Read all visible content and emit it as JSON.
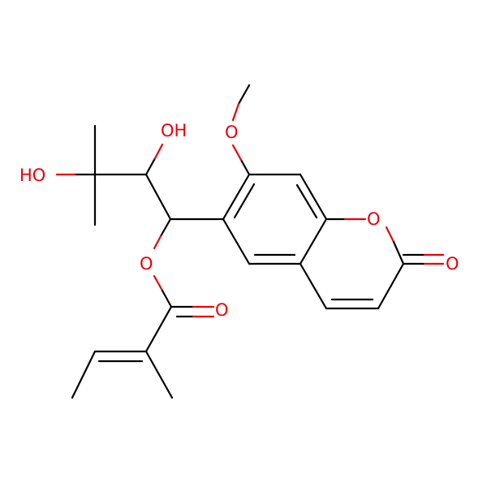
{
  "molecule": {
    "colors": {
      "carbon_bond": "#000000",
      "oxygen": "#e8000b",
      "background": "#ffffff"
    },
    "labels": {
      "oh_top": "OH",
      "ho_left": "HO",
      "o_methoxy": "O",
      "o_ring": "O",
      "o_carbonyl_ring": "O",
      "o_ester": "O",
      "o_carbonyl_ester": "O"
    }
  }
}
